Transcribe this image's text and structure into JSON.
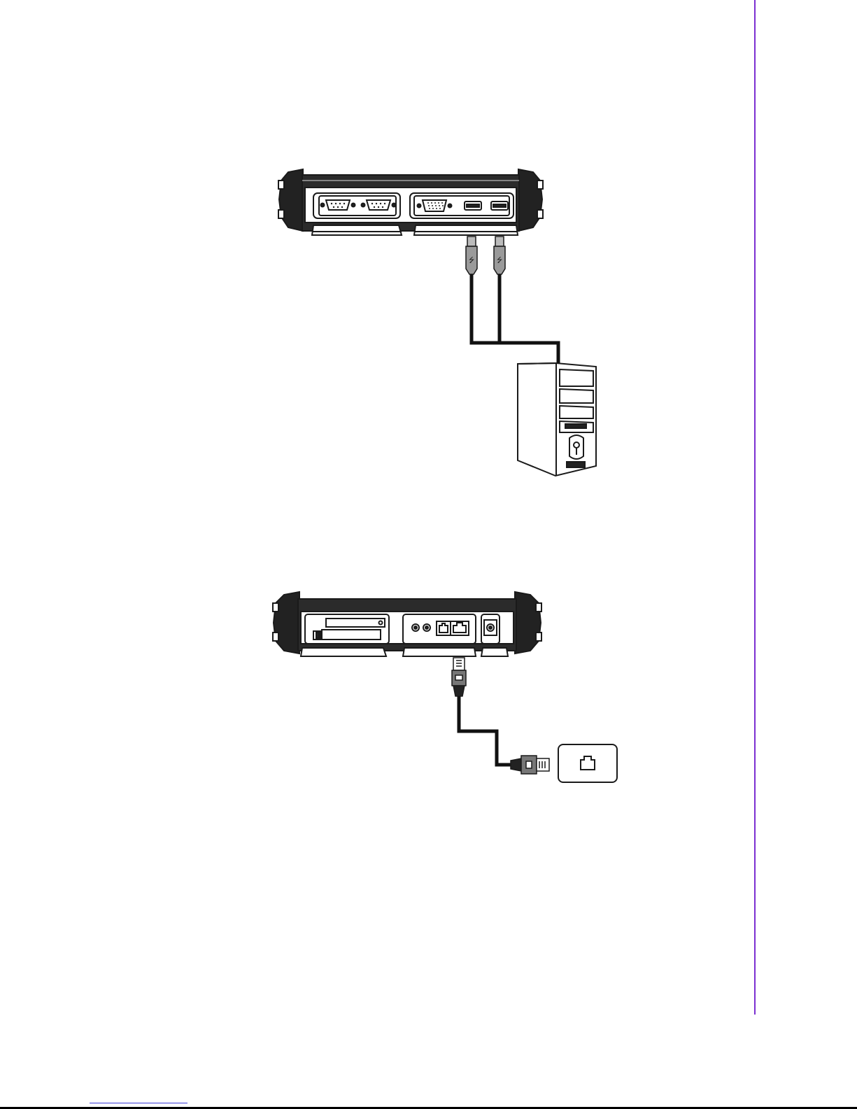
{
  "page": {
    "accent_color": "#7b2fd1",
    "link_color": "#3b3bd6"
  },
  "figures": [
    {
      "name": "usb-connection-diagram",
      "parts": [
        "device-rear-panel",
        "com-port",
        "com-port",
        "vga-port",
        "usb-port",
        "usb-port",
        "usb-plug",
        "usb-plug",
        "desktop-pc"
      ]
    },
    {
      "name": "lan-connection-diagram",
      "parts": [
        "device-side-panel",
        "card-slot",
        "audio-jack",
        "audio-jack",
        "rj11-port",
        "rj45-port",
        "dc-in-jack",
        "rj45-plug",
        "rj45-plug",
        "wall-lan-jack"
      ]
    }
  ]
}
